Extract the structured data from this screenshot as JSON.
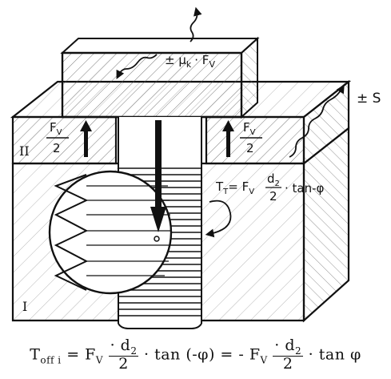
{
  "labels": {
    "head_friction": "± μ",
    "head_friction_sub": "k",
    "head_friction_tail": "· F",
    "head_friction_tail_sub": "V",
    "displacement": "± S",
    "half_force_left_num": "F",
    "half_force_left_sub": "V",
    "half_force_left_den": "2",
    "half_force_right_num": "F",
    "half_force_right_sub": "V",
    "half_force_right_den": "2",
    "thread_torque": "T",
    "thread_torque_sub": "T",
    "thread_torque_eq": "= F",
    "thread_torque_eq_sub": "V",
    "thread_torque_frac_num": "d",
    "thread_torque_frac_num_sub": "2",
    "thread_torque_frac_den": "2",
    "thread_torque_tail": "· tan-φ",
    "plate_upper": "II",
    "plate_lower": "I"
  },
  "formula": {
    "text": "T",
    "sub": "off i",
    "rest": "= F",
    "rest_sub": "V",
    "mid1": "· d",
    "mid1_sub": "2",
    "mid1_den": "2",
    "mid1_tail": "· tan (-φ) = - F",
    "mid2_sub": "V",
    "mid2": "· d",
    "mid2_sub2": "2",
    "mid2_den": "2",
    "mid2_tail": "· tan φ"
  }
}
